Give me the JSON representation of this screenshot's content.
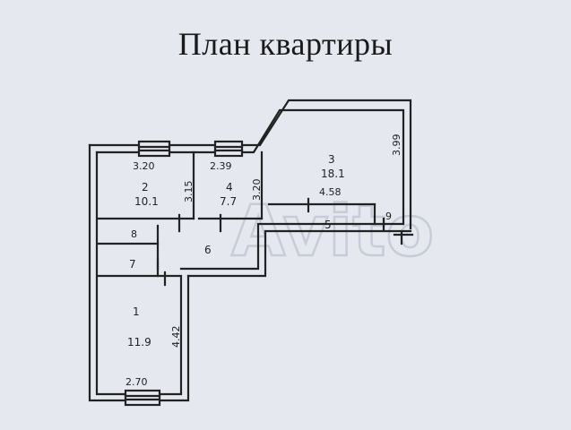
{
  "title": "План квартиры",
  "watermark": "Avito",
  "rooms": [
    {
      "id": "1",
      "area": "11.9",
      "w": "2.70",
      "h": "4.42"
    },
    {
      "id": "2",
      "area": "10.1",
      "w": "3.20",
      "h": "3.15"
    },
    {
      "id": "3",
      "area": "18.1",
      "w": "4.58",
      "h": "3.99"
    },
    {
      "id": "4",
      "area": "7.7",
      "w": "2.39",
      "h": "3.20"
    }
  ],
  "spaces": [
    "5",
    "6",
    "7",
    "8",
    "9"
  ],
  "colors": {
    "background": "#e6e8f0",
    "ink": "#222222",
    "watermark": "#c8ccd8"
  }
}
